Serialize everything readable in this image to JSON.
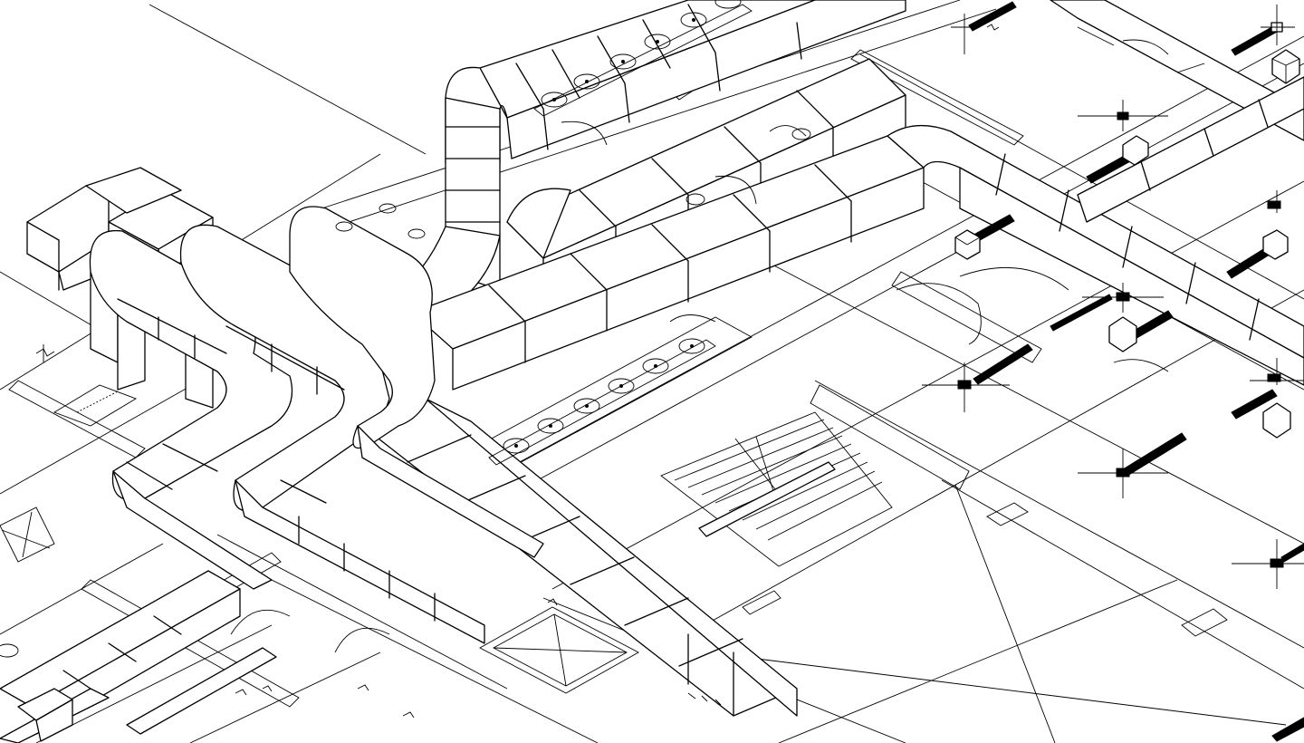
{
  "drawing": {
    "kind": "isometric-hvac-ductwork",
    "stroke_color": "#000000",
    "background_color": "#ffffff",
    "supply_grille_count": 11,
    "flex_diffuser_count": 9,
    "icons": [
      "round-diffuser-icon",
      "flex-duct-icon",
      "register-box-icon",
      "stair-icon",
      "access-hatch-icon"
    ]
  }
}
